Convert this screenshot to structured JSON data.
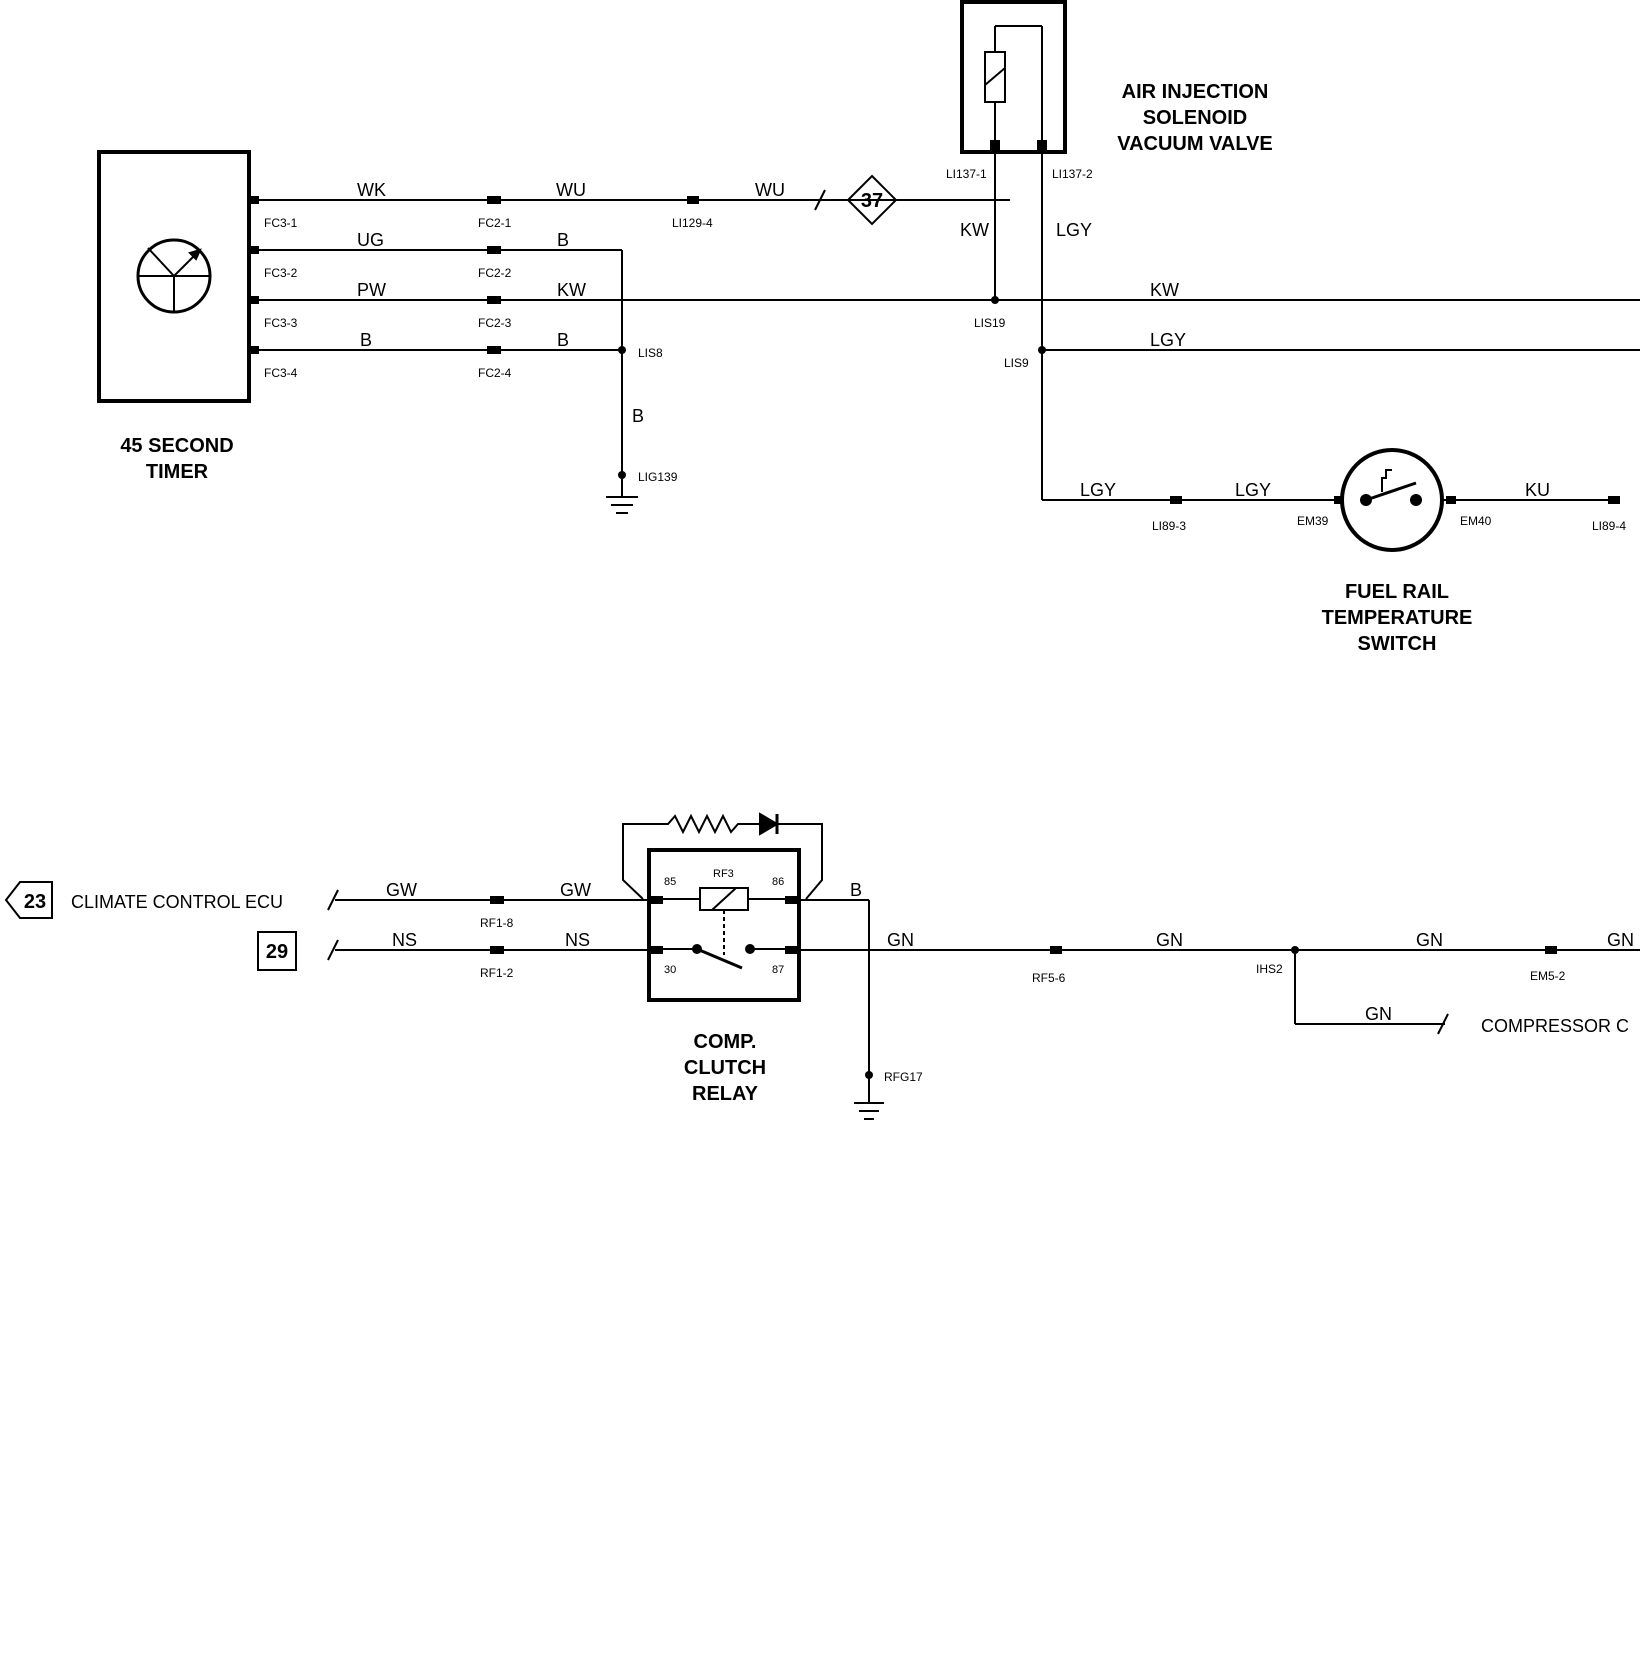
{
  "components": {
    "timer": [
      "45 SECOND",
      "TIMER"
    ],
    "solenoid": [
      "AIR INJECTION",
      "SOLENOID",
      "VACUUM VALVE"
    ],
    "fuel_switch": [
      "FUEL RAIL",
      "TEMPERATURE",
      "SWITCH"
    ],
    "relay": [
      "COMP.",
      "CLUTCH",
      "RELAY"
    ]
  },
  "wire_colors": {
    "wk": "WK",
    "wu1": "WU",
    "wu2": "WU",
    "ug": "UG",
    "b1": "B",
    "pw": "PW",
    "kw1": "KW",
    "b2": "B",
    "b3": "B",
    "b_down": "B",
    "kw_sol": "KW",
    "lgy_sol": "LGY",
    "kw_right": "KW",
    "lgy_right": "LGY",
    "lgy_a": "LGY",
    "lgy_b": "LGY",
    "ku": "KU",
    "gw1": "GW",
    "gw2": "GW",
    "ns1": "NS",
    "ns2": "NS",
    "b_relay": "B",
    "gn1": "GN",
    "gn2": "GN",
    "gn3": "GN",
    "gn4": "GN",
    "gn5": "GN"
  },
  "connectors": {
    "fc3_1": "FC3-1",
    "fc3_2": "FC3-2",
    "fc3_3": "FC3-3",
    "fc3_4": "FC3-4",
    "fc2_1": "FC2-1",
    "fc2_2": "FC2-2",
    "fc2_3": "FC2-3",
    "fc2_4": "FC2-4",
    "li129_4": "LI129-4",
    "lis8": "LIS8",
    "lig139": "LIG139",
    "li137_1": "LI137-1",
    "li137_2": "LI137-2",
    "lis19": "LIS19",
    "lis9": "LIS9",
    "li89_3": "LI89-3",
    "em39": "EM39",
    "em40": "EM40",
    "li89_4": "LI89-4",
    "rf1_8": "RF1-8",
    "rf1_2": "RF1-2",
    "rf3": "RF3",
    "pin85": "85",
    "pin86": "86",
    "pin30": "30",
    "pin87": "87",
    "rf5_6": "RF5-6",
    "ihs2": "IHS2",
    "em5_2": "EM5-2",
    "rfg17": "RFG17"
  },
  "references": {
    "ref37": "37",
    "ref23": "23",
    "ref29": "29",
    "climate_ecu": "CLIMATE CONTROL ECU",
    "compressor": "COMPRESSOR C"
  }
}
